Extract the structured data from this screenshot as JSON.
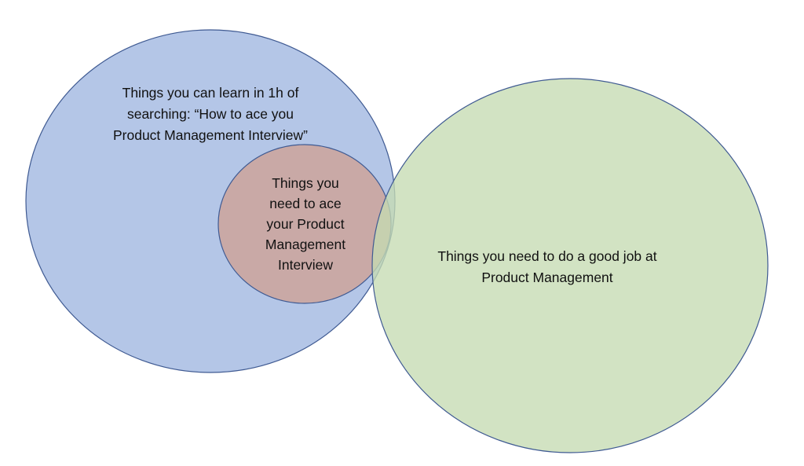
{
  "colors": {
    "blue": "#b4c6e7",
    "pink": "#c9a9a6",
    "green": "#c5dbb2",
    "stroke": "#3f5a92"
  },
  "sets": {
    "search": {
      "lines": [
        "Things you can learn in 1h of",
        "searching: “How to ace you",
        "Product Management Interview”"
      ]
    },
    "interview": {
      "lines": [
        "Things you",
        "need to ace",
        "your Product",
        "Management",
        "Interview"
      ]
    },
    "job": {
      "lines": [
        "Things you need to do a good job at",
        "Product Management"
      ]
    }
  }
}
